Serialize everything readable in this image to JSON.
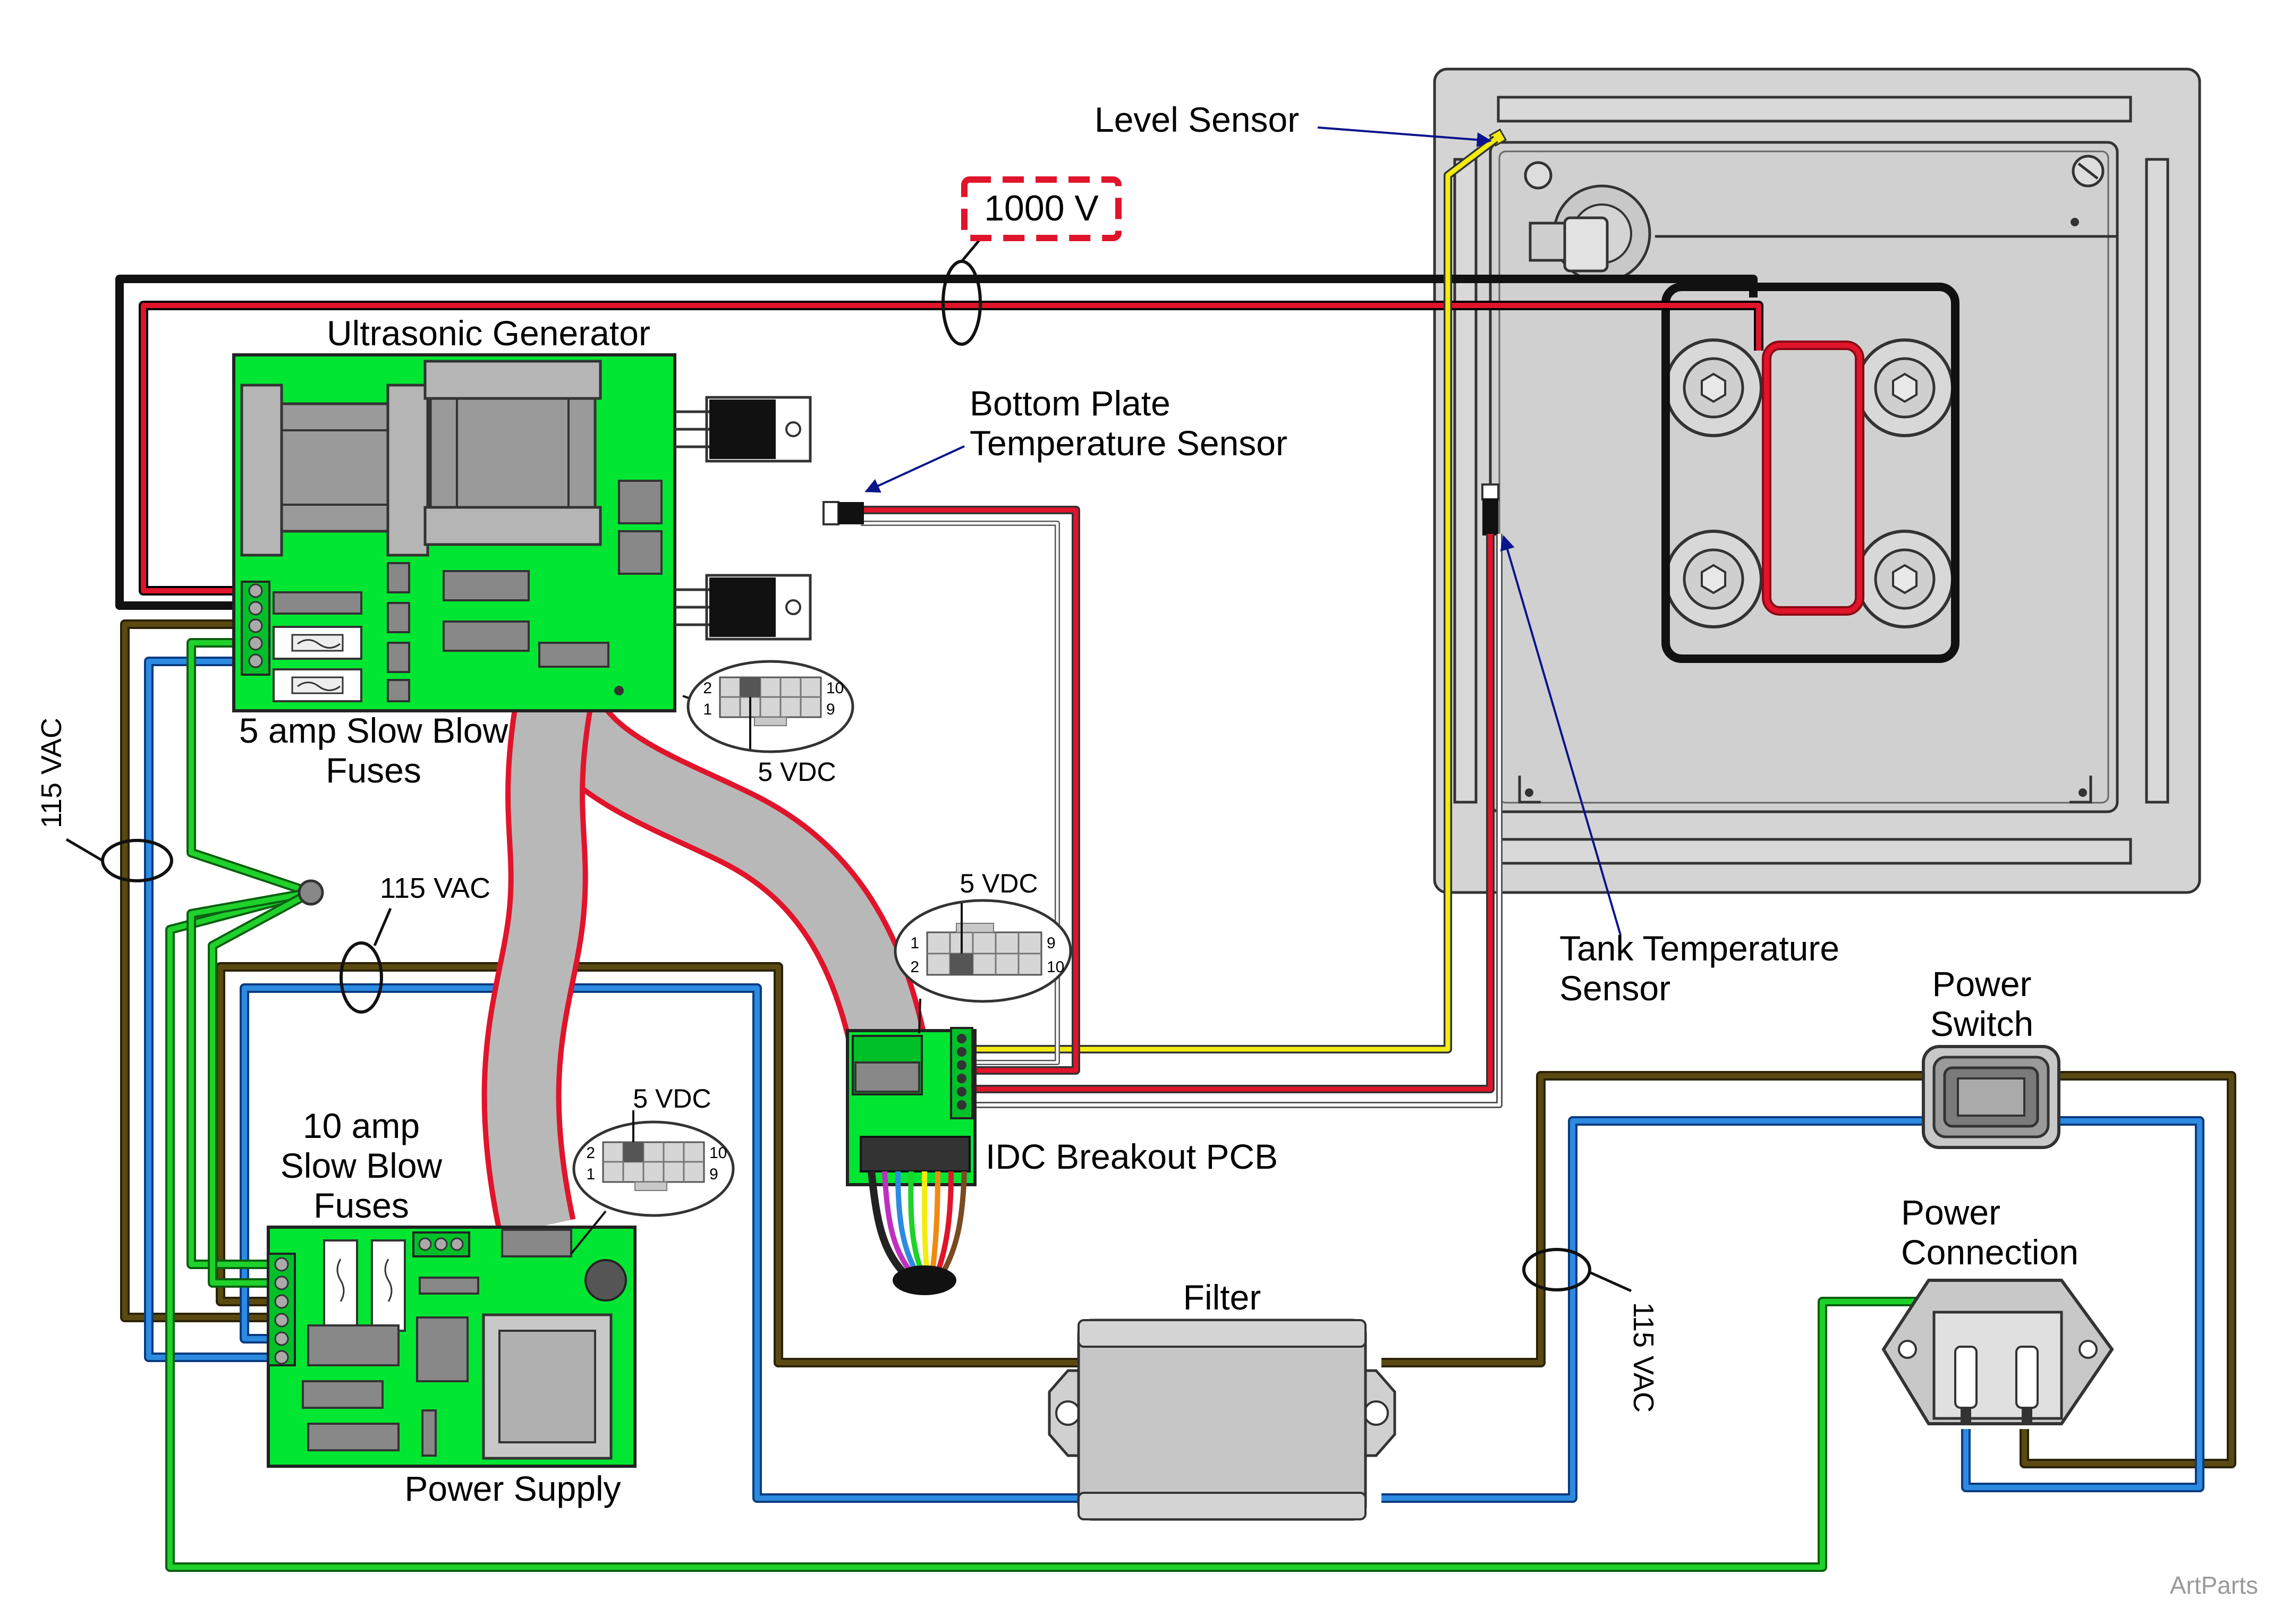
{
  "labels": {
    "level_sensor": "Level Sensor",
    "voltage_1000": "1000 V",
    "ultrasonic_generator": "Ultrasonic Generator",
    "bottom_plate_line1": "Bottom Plate",
    "bottom_plate_line2": "Temperature Sensor",
    "fuses5_line1": "5 amp Slow Blow",
    "fuses5_line2": "Fuses",
    "vac_left": "115 VAC",
    "vac_mid": "115 VAC",
    "vac_right": "115 VAC",
    "tank_temp_line1": "Tank Temperature",
    "tank_temp_line2": "Sensor",
    "power_switch_line1": "Power",
    "power_switch_line2": "Switch",
    "idc_breakout": "IDC Breakout PCB",
    "fuses10_line1": "10 amp",
    "fuses10_line2": "Slow Blow",
    "fuses10_line3": "Fuses",
    "power_connection_line1": "Power",
    "power_connection_line2": "Connection",
    "filter": "Filter",
    "power_supply": "Power Supply",
    "watermark": "ArtParts"
  },
  "connectors": {
    "ultrasonic": {
      "vdc": "5 VDC",
      "pin_tl": "2",
      "pin_bl": "1",
      "pin_tr": "10",
      "pin_br": "9"
    },
    "idc": {
      "vdc": "5 VDC",
      "pin_tl": "1",
      "pin_bl": "2",
      "pin_tr": "9",
      "pin_br": "10"
    },
    "power_supply": {
      "vdc": "5 VDC",
      "pin_tl": "2",
      "pin_bl": "1",
      "pin_tr": "10",
      "pin_br": "9"
    }
  },
  "colors": {
    "pcb_green": "#00e632",
    "wire_brown": "#5a4a12",
    "wire_blue": "#2c8be0",
    "wire_green": "#1fd12b",
    "wire_red": "#e0142b",
    "wire_yellow": "#f2ec10",
    "ribbon_gray": "#b8b8b8",
    "tank_gray": "#d4d4d4",
    "highlight_red": "#e0142b",
    "annotation_blue": "#0a148c"
  }
}
